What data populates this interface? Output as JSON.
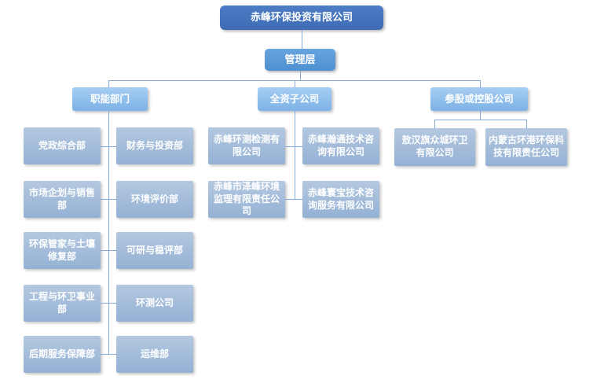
{
  "root": {
    "label": "赤峰环保投资有限公司"
  },
  "management": {
    "label": "管理层"
  },
  "branches": [
    {
      "header": "职能部门",
      "children": [
        "党政综合部",
        "财务与投资部",
        "市场企划与销售部",
        "环境评价部",
        "环保管家与土壤修复部",
        "可研与稳评部",
        "工程与环卫事业部",
        "环测公司",
        "后期服务保障部",
        "运维部"
      ]
    },
    {
      "header": "全资子公司",
      "children": [
        "赤峰环测检测有限公司",
        "赤峰瀚通技术咨询有限公司",
        "赤峰市泽峰环境监理有限责任公司",
        "赤峰寰宝技术咨询服务有限公司"
      ]
    },
    {
      "header": "参股或控股公司",
      "children": [
        "敖汉旗众城环卫有限公司",
        "内蒙古环港环保科技有限责任公司"
      ]
    }
  ],
  "colors": {
    "root_box": "#4472c4",
    "management_box": "#5b9bd5",
    "branch_header_box": "#8bbcec",
    "child_box": "#a3bcd9",
    "connector_line": "#84abd9",
    "text": "#ffffff"
  }
}
